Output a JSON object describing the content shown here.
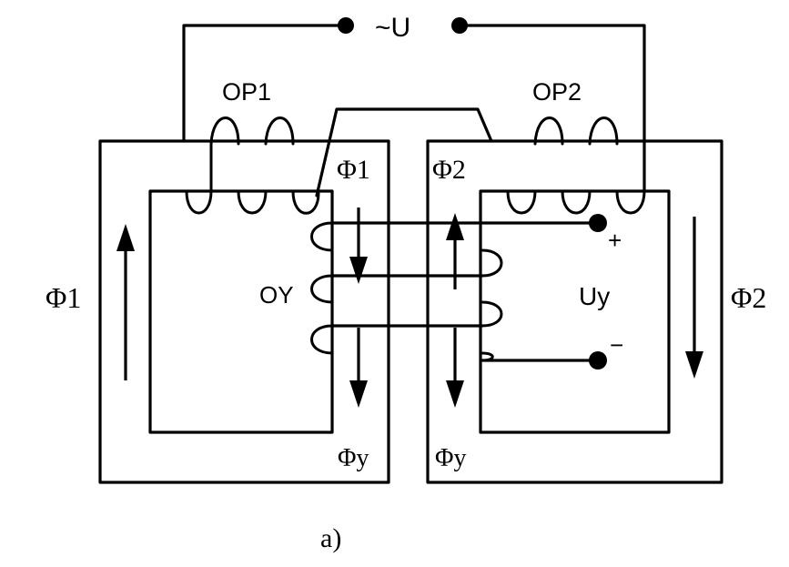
{
  "diagram": {
    "supply_label": "~U",
    "winding_left_label": "OP1",
    "winding_right_label": "OP2",
    "control_winding_label": "OY",
    "flux_left_outer": "Φ1",
    "flux_right_outer": "Φ2",
    "flux_left_inner": "Φ1",
    "flux_right_inner": "Φ2",
    "flux_control_left": "Φy",
    "flux_control_right": "Φy",
    "control_voltage_label": "Uy",
    "plus_sign": "+",
    "minus_sign": "−",
    "caption": "а)"
  }
}
